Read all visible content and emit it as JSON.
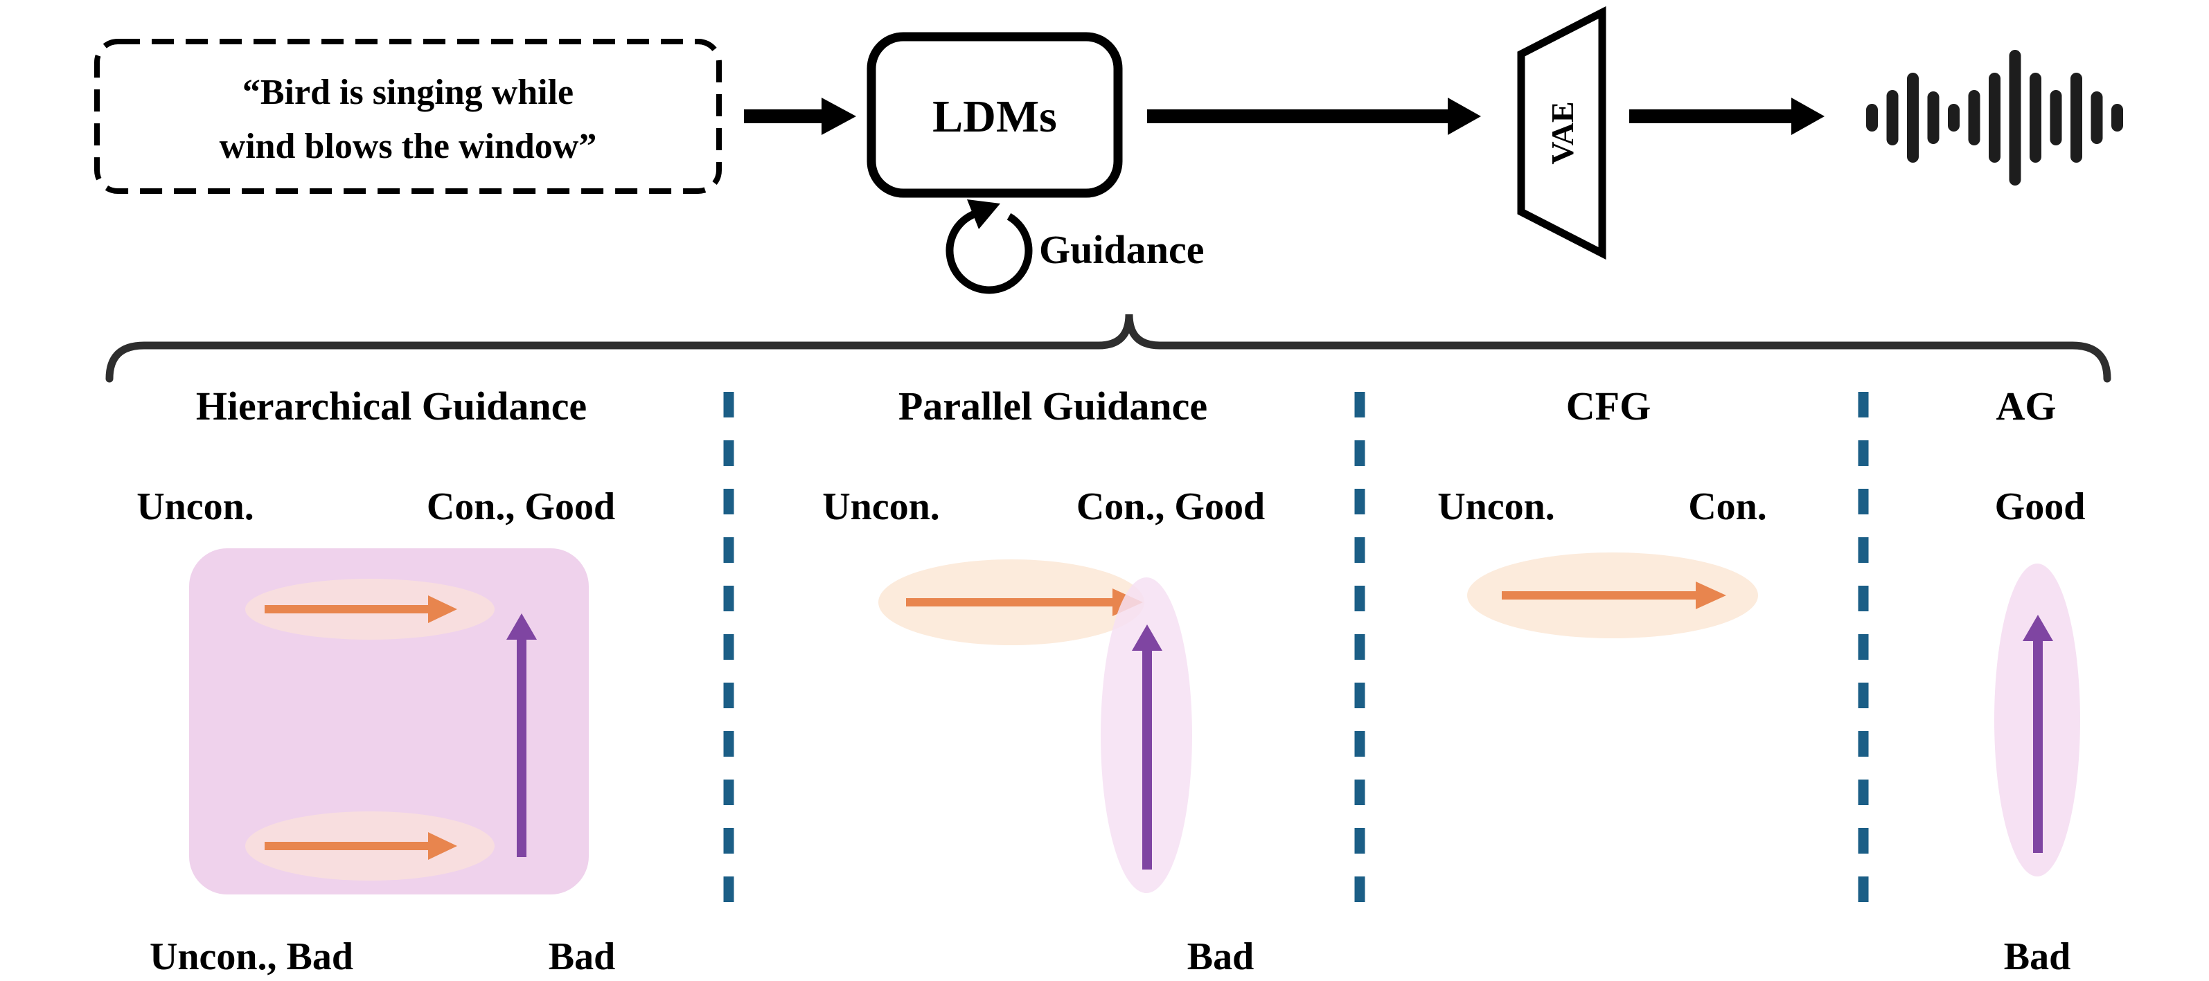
{
  "pipeline": {
    "prompt_line1": "“Bird is singing while",
    "prompt_line2": "wind blows the window”",
    "ldm_label": "LDMs",
    "guidance_label": "Guidance",
    "vae_label": "VAE"
  },
  "sections": {
    "hierarchical": {
      "title": "Hierarchical Guidance",
      "top_left": "Uncon.",
      "top_right": "Con., Good",
      "bottom_left": "Uncon., Bad",
      "bottom_right": "Bad"
    },
    "parallel": {
      "title": "Parallel Guidance",
      "top_left": "Uncon.",
      "top_right": "Con., Good",
      "bottom_right": "Bad"
    },
    "cfg": {
      "title": "CFG",
      "top_left": "Uncon.",
      "top_right": "Con."
    },
    "ag": {
      "title": "AG",
      "top_label": "Good",
      "bottom_label": "Bad"
    }
  },
  "colors": {
    "black": "#000000",
    "brace_dark": "#2E2E2E",
    "separator_teal": "#1B5E86",
    "arrow_orange": "#E8854E",
    "arrow_purple": "#7F45A2",
    "panel_pink": "#EFD2EC",
    "ellipse_pink": "#F8DEDF",
    "ellipse_peach": "#FCEBDC",
    "ellipse_magenta": "#F6E1F3",
    "waveform_black": "#1D1D1D"
  },
  "waveform": {
    "bar_heights": [
      40,
      80,
      130,
      76,
      40,
      80,
      130,
      196,
      130,
      80,
      130,
      76,
      40
    ]
  }
}
